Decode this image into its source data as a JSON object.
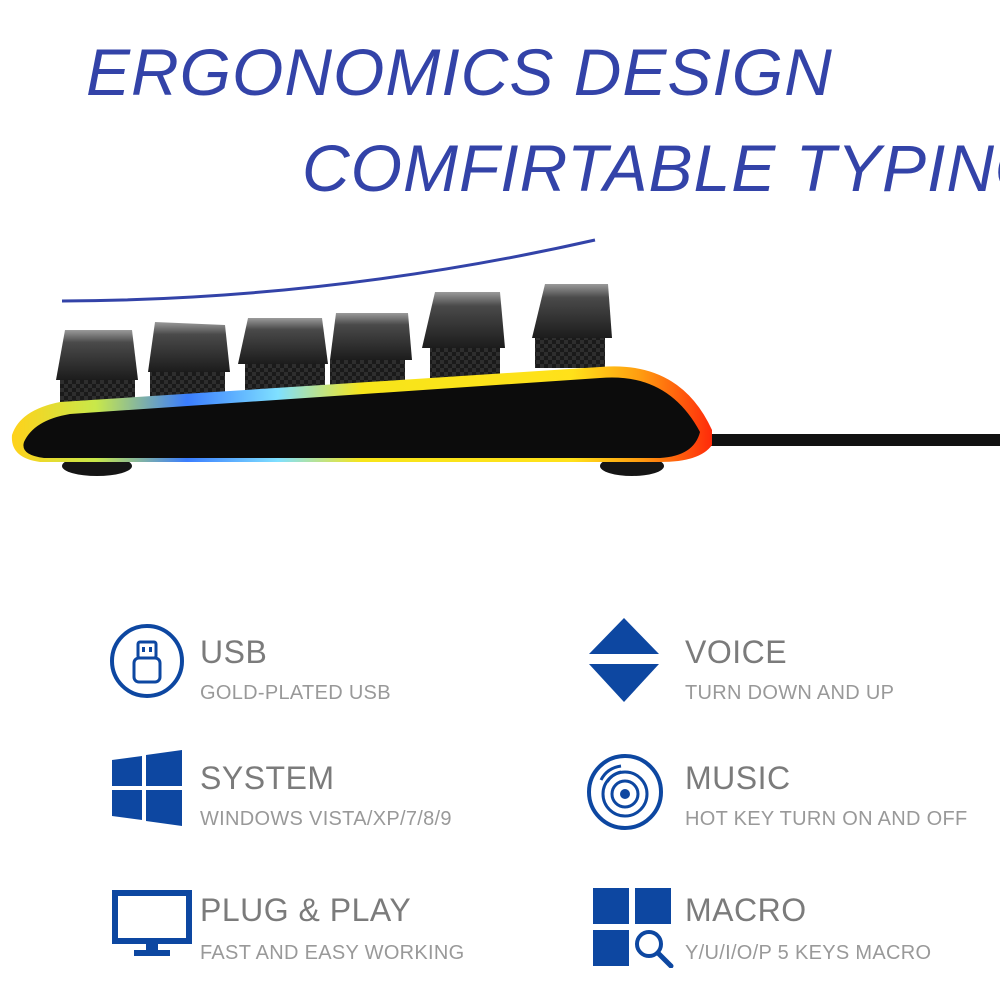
{
  "headline": {
    "line1": "ERGONOMICS DESIGN",
    "line2": "COMFIRTABLE TYPING"
  },
  "colors": {
    "accent_blue": "#3343a8",
    "icon_blue": "#0d47a1",
    "text_grey": "#7b7b7b"
  },
  "features": [
    {
      "icon": "usb-icon",
      "title": "USB",
      "subtitle": "GOLD-PLATED USB"
    },
    {
      "icon": "volume-arrows-icon",
      "title": "VOICE",
      "subtitle": "TURN DOWN AND UP"
    },
    {
      "icon": "windows-icon",
      "title": "SYSTEM",
      "subtitle": "WINDOWS VISTA/XP/7/8/9"
    },
    {
      "icon": "music-disc-icon",
      "title": "MUSIC",
      "subtitle": "HOT KEY TURN ON AND OFF"
    },
    {
      "icon": "monitor-icon",
      "title": "PLUG & PLAY",
      "subtitle": "FAST AND EASY WORKING"
    },
    {
      "icon": "macro-grid-search-icon",
      "title": "MACRO",
      "subtitle": "Y/U/I/O/P 5 KEYS MACRO"
    }
  ]
}
